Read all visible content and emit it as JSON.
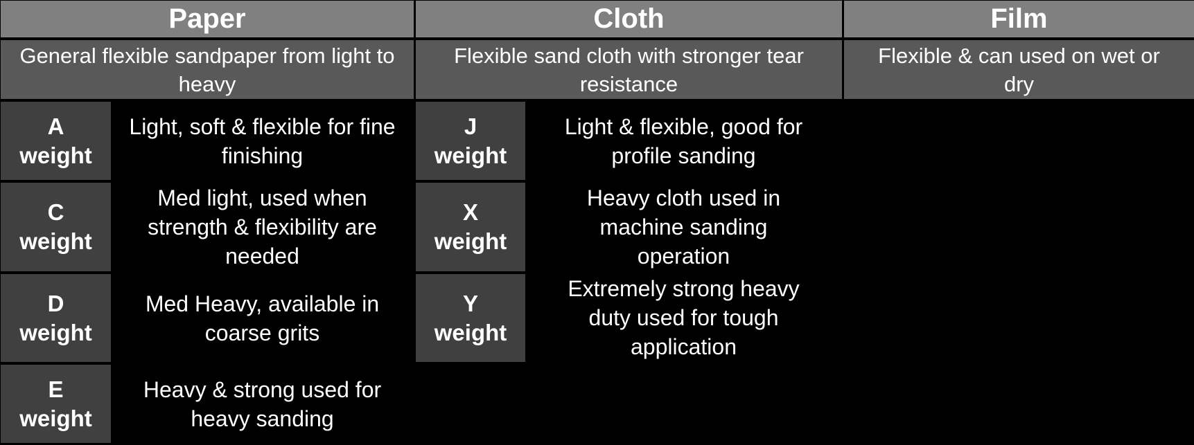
{
  "columns": [
    {
      "title": "Paper",
      "subtitle": "General flexible sandpaper from light to heavy",
      "rows": [
        {
          "code": "A",
          "unit": "weight",
          "desc": "Light, soft & flexible for fine finishing"
        },
        {
          "code": "C",
          "unit": "weight",
          "desc": "Med light, used when strength & flexibility are needed"
        },
        {
          "code": "D",
          "unit": "weight",
          "desc": "Med Heavy, available in coarse grits"
        },
        {
          "code": "E",
          "unit": "weight",
          "desc": "Heavy & strong used for heavy sanding"
        }
      ]
    },
    {
      "title": "Cloth",
      "subtitle": "Flexible sand cloth with stronger tear resistance",
      "rows": [
        {
          "code": "J",
          "unit": "weight",
          "desc": "Light & flexible, good for profile sanding"
        },
        {
          "code": "X",
          "unit": "weight",
          "desc": "Heavy cloth used in machine sanding operation"
        },
        {
          "code": "Y",
          "unit": "weight",
          "desc": "Extremely strong heavy duty used for tough application"
        }
      ]
    },
    {
      "title": "Film",
      "subtitle": "Flexible & can used on wet or dry",
      "rows": []
    }
  ],
  "colors": {
    "title_bg": "#808080",
    "subtitle_bg": "#595959",
    "label_bg": "#404040",
    "background": "#000000",
    "text": "#ffffff"
  }
}
